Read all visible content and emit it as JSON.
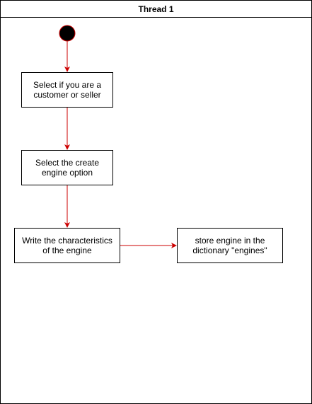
{
  "swimlane": {
    "title": "Thread 1"
  },
  "nodes": {
    "select_role": "Select if you are a customer or seller",
    "create_engine_option": "Select the create engine option",
    "write_characteristics": "Write the characteristics of the engine",
    "store_engine": "store engine in the dictionary \"engines\""
  },
  "colors": {
    "edge": "#cc0000",
    "initial_fill": "#000000",
    "initial_stroke": "#cc0000",
    "border": "#000000"
  },
  "icons": {
    "start": "initial-node-icon",
    "arrow": "arrowhead-icon"
  }
}
